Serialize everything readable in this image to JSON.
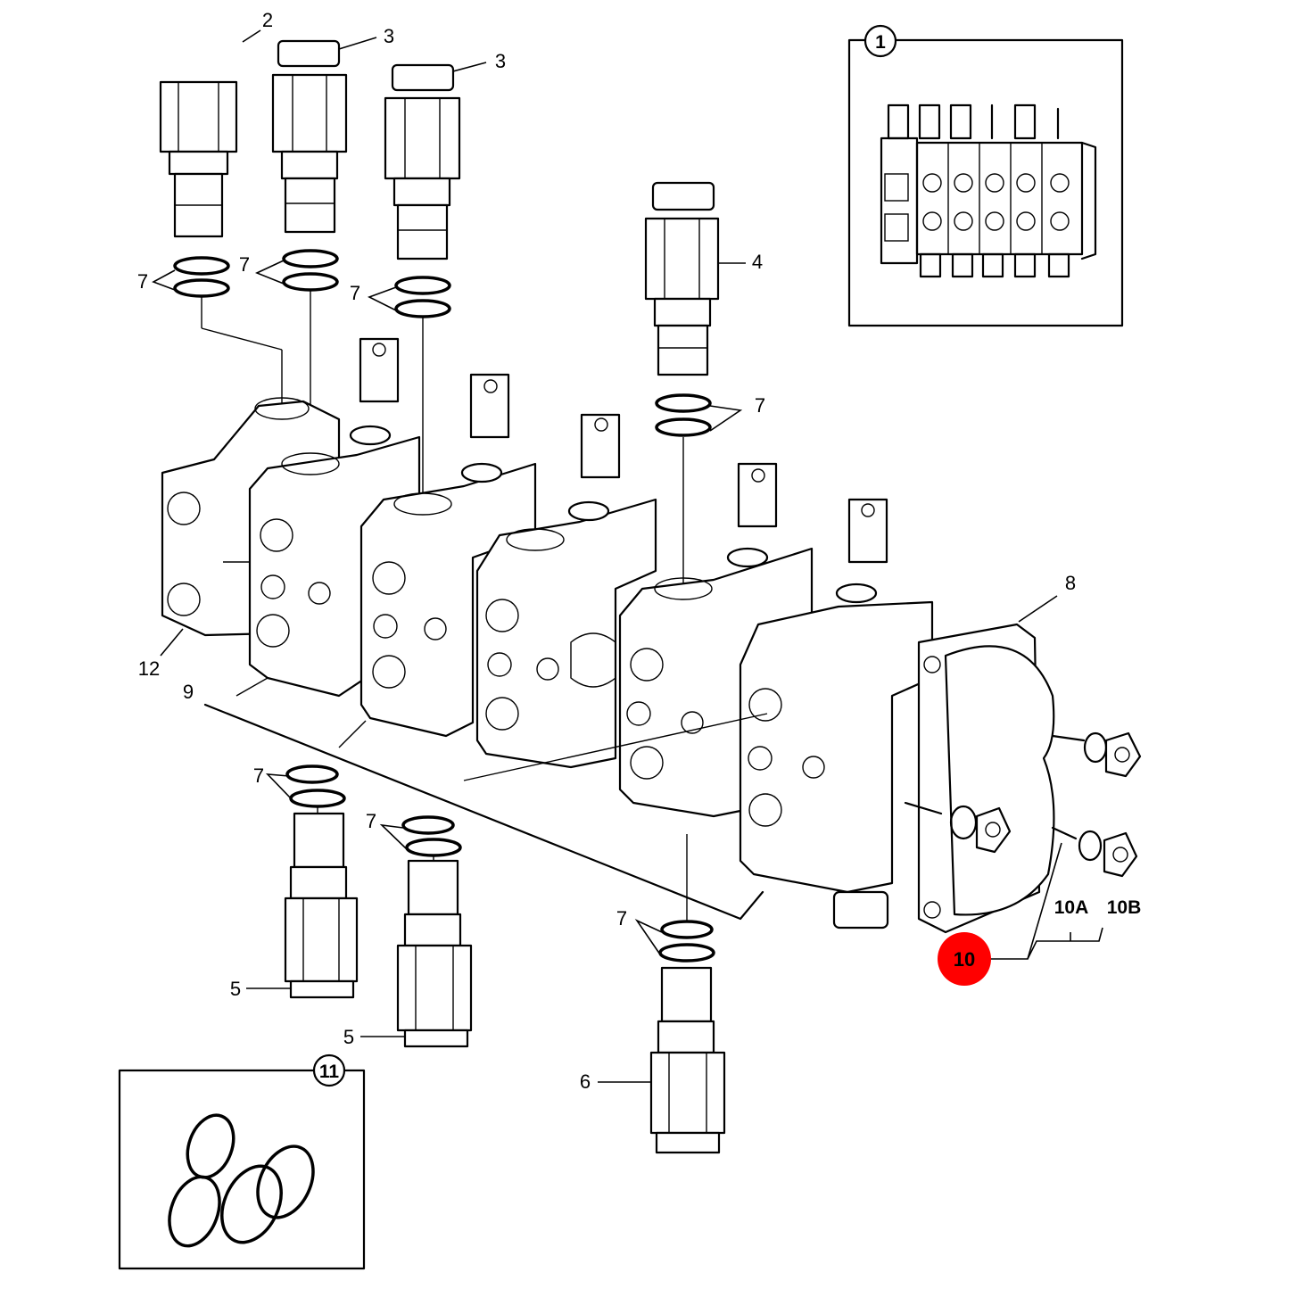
{
  "callouts": {
    "c1": "1",
    "c2": "2",
    "c3a": "3",
    "c3b": "3",
    "c4": "4",
    "c5a": "5",
    "c5b": "5",
    "c6": "6",
    "c7": "7",
    "c8": "8",
    "c9": "9",
    "c10": "10",
    "c10a": "10A",
    "c10b": "10B",
    "c11": "11",
    "c12": "12"
  },
  "highlight": {
    "label": "10",
    "color": "#ff0000"
  },
  "colors": {
    "line": "#000000",
    "background": "#ffffff"
  }
}
